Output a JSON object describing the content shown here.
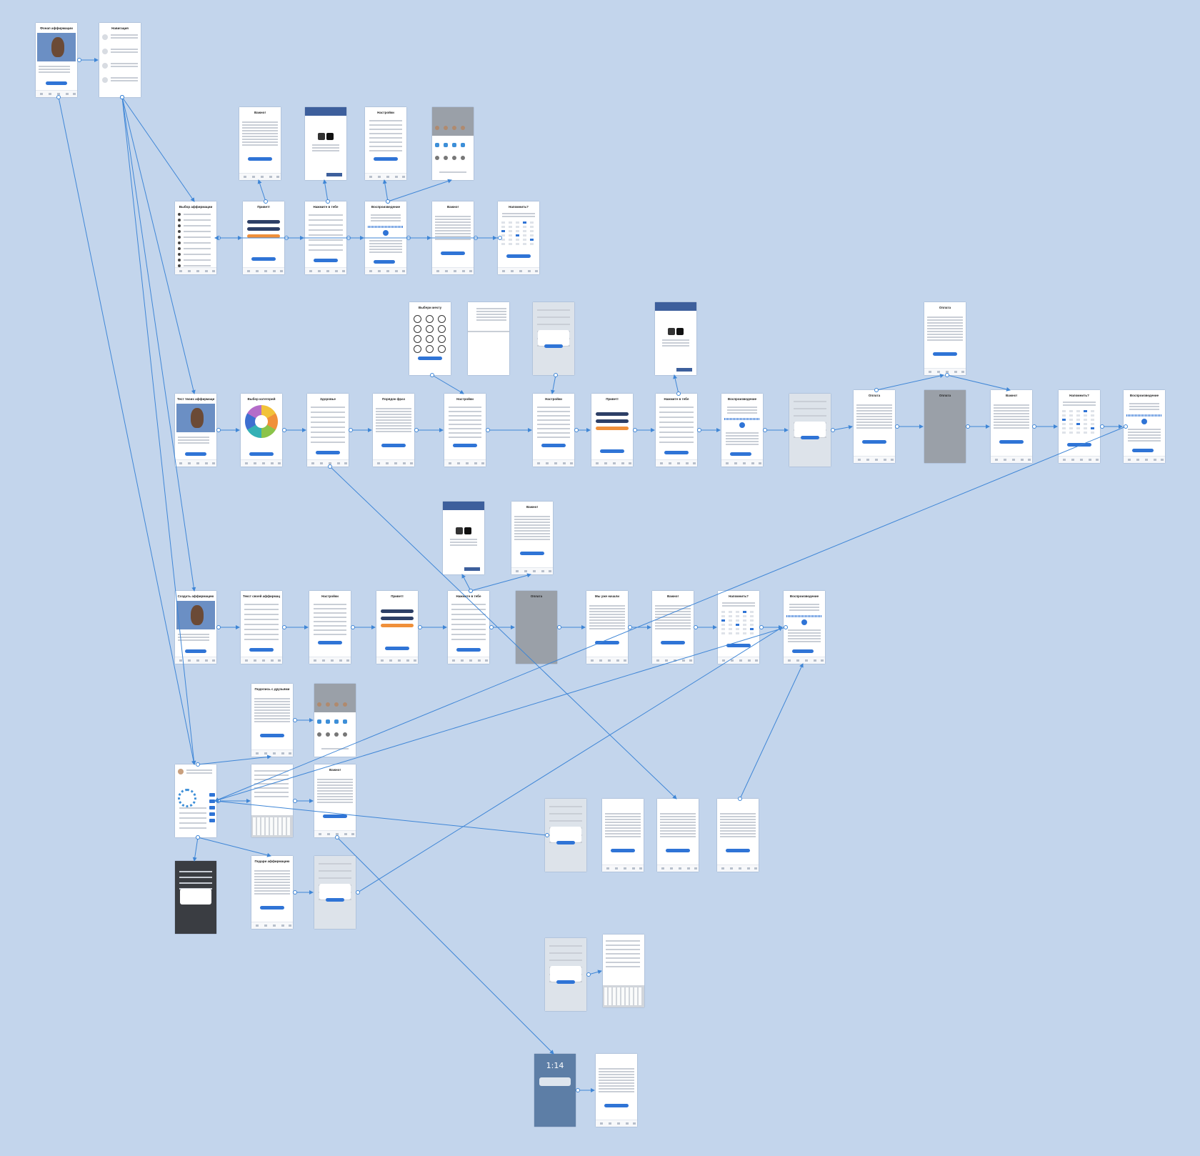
{
  "colors": {
    "canvas": "#c3d5ec",
    "link": "#3f86d6",
    "screen": "#ffffff",
    "primary_button": "#2f74d6",
    "secondary_button": "#2d3f66",
    "accent_button": "#f0903a",
    "nav_bar": "#3d5f9c"
  },
  "screens": [
    {
      "id": "s01",
      "kind": "hero",
      "title": "Фонап аффирмации"
    },
    {
      "id": "s02",
      "kind": "menu",
      "title": "Навигация"
    },
    {
      "id": "s03",
      "kind": "text",
      "title": "Важно!"
    },
    {
      "id": "s04",
      "kind": "nav",
      "title": ""
    },
    {
      "id": "s05",
      "kind": "settings",
      "title": "Настройки"
    },
    {
      "id": "s06",
      "kind": "share",
      "title": "Воспроизведение"
    },
    {
      "id": "s07",
      "kind": "list",
      "title": "Выбор аффирмации"
    },
    {
      "id": "s08",
      "kind": "buttons",
      "title": "Привет!"
    },
    {
      "id": "s09",
      "kind": "form",
      "title": "Нажмите в тебе"
    },
    {
      "id": "s10",
      "kind": "player",
      "title": "Воспроизведение"
    },
    {
      "id": "s11",
      "kind": "text",
      "title": "Важно!"
    },
    {
      "id": "s12",
      "kind": "grid",
      "title": "Напомнить?"
    },
    {
      "id": "s13",
      "kind": "icons",
      "title": "Выбери мечту"
    },
    {
      "id": "s14",
      "kind": "plain",
      "title": ""
    },
    {
      "id": "s15",
      "kind": "blur",
      "title": ""
    },
    {
      "id": "s16",
      "kind": "nav",
      "title": ""
    },
    {
      "id": "s17",
      "kind": "text",
      "title": "Оплата"
    },
    {
      "id": "s18",
      "kind": "hero",
      "title": "Тест твоих аффирмаций"
    },
    {
      "id": "s19",
      "kind": "wheel",
      "title": "Выбор категорий"
    },
    {
      "id": "s20",
      "kind": "form",
      "title": "Здоровье"
    },
    {
      "id": "s21",
      "kind": "text",
      "title": "Порядок фраз"
    },
    {
      "id": "s22",
      "kind": "settings",
      "title": "Настройки"
    },
    {
      "id": "s23",
      "kind": "settings",
      "title": "Настройки"
    },
    {
      "id": "s24",
      "kind": "buttons",
      "title": "Привет!"
    },
    {
      "id": "s25",
      "kind": "form",
      "title": "Нажмите в тебе"
    },
    {
      "id": "s26",
      "kind": "player",
      "title": "Воспроизведение"
    },
    {
      "id": "s27",
      "kind": "blur",
      "title": ""
    },
    {
      "id": "s28",
      "kind": "text",
      "title": "Оплата"
    },
    {
      "id": "s29",
      "kind": "dim",
      "title": "Оплата"
    },
    {
      "id": "s30",
      "kind": "text",
      "title": "Важно!"
    },
    {
      "id": "s31",
      "kind": "grid",
      "title": "Напомнить?"
    },
    {
      "id": "s32",
      "kind": "player",
      "title": "Воспроизведение"
    },
    {
      "id": "s33",
      "kind": "nav",
      "title": ""
    },
    {
      "id": "s34",
      "kind": "text",
      "title": "Важно!"
    },
    {
      "id": "s35",
      "kind": "hero",
      "title": "Создать аффирмацию"
    },
    {
      "id": "s36",
      "kind": "form",
      "title": "Текст своей аффирмации"
    },
    {
      "id": "s37",
      "kind": "settings",
      "title": "Настройки"
    },
    {
      "id": "s38",
      "kind": "buttons",
      "title": "Привет!"
    },
    {
      "id": "s39",
      "kind": "form",
      "title": "Нажмите в тебе"
    },
    {
      "id": "s40",
      "kind": "dim",
      "title": "Оплата"
    },
    {
      "id": "s41",
      "kind": "text",
      "title": "Мы уже начали"
    },
    {
      "id": "s42",
      "kind": "text",
      "title": "Важно!"
    },
    {
      "id": "s43",
      "kind": "grid",
      "title": "Напомнить?"
    },
    {
      "id": "s44",
      "kind": "player",
      "title": "Воспроизведение"
    },
    {
      "id": "s45",
      "kind": "text",
      "title": "Поделись с друзьями"
    },
    {
      "id": "s46",
      "kind": "share",
      "title": ""
    },
    {
      "id": "s47",
      "kind": "profile",
      "title": ""
    },
    {
      "id": "s48",
      "kind": "keyboard",
      "title": ""
    },
    {
      "id": "s49",
      "kind": "text",
      "title": "Важно!"
    },
    {
      "id": "s50",
      "kind": "blur",
      "title": ""
    },
    {
      "id": "s51",
      "kind": "text",
      "title": ""
    },
    {
      "id": "s52",
      "kind": "text",
      "title": ""
    },
    {
      "id": "s53",
      "kind": "text",
      "title": ""
    },
    {
      "id": "s54",
      "kind": "dark",
      "title": ""
    },
    {
      "id": "s55",
      "kind": "text",
      "title": "Подари аффирмацию"
    },
    {
      "id": "s56",
      "kind": "blur",
      "title": ""
    },
    {
      "id": "s57",
      "kind": "blur",
      "title": ""
    },
    {
      "id": "s58",
      "kind": "keyboard",
      "title": ""
    },
    {
      "id": "s59",
      "kind": "lock",
      "title": "",
      "clock": "1:14"
    },
    {
      "id": "s60",
      "kind": "text",
      "title": ""
    }
  ],
  "links": [
    [
      "s01",
      "s02"
    ],
    [
      "s08",
      "s09"
    ],
    [
      "s09",
      "s10"
    ],
    [
      "s10",
      "s11"
    ],
    [
      "s11",
      "s12"
    ],
    [
      "s07",
      "s08"
    ],
    [
      "s08",
      "s03"
    ],
    [
      "s09",
      "s04"
    ],
    [
      "s10",
      "s05"
    ],
    [
      "s10",
      "s06"
    ],
    [
      "s12",
      "s07"
    ],
    [
      "s18",
      "s19"
    ],
    [
      "s19",
      "s20"
    ],
    [
      "s20",
      "s21"
    ],
    [
      "s21",
      "s22"
    ],
    [
      "s22",
      "s23"
    ],
    [
      "s23",
      "s24"
    ],
    [
      "s24",
      "s25"
    ],
    [
      "s25",
      "s26"
    ],
    [
      "s26",
      "s27"
    ],
    [
      "s27",
      "s28"
    ],
    [
      "s28",
      "s29"
    ],
    [
      "s29",
      "s30"
    ],
    [
      "s30",
      "s31"
    ],
    [
      "s31",
      "s32"
    ],
    [
      "s13",
      "s22"
    ],
    [
      "s15",
      "s23"
    ],
    [
      "s25",
      "s16"
    ],
    [
      "s28",
      "s17"
    ],
    [
      "s17",
      "s30"
    ],
    [
      "s35",
      "s36"
    ],
    [
      "s36",
      "s37"
    ],
    [
      "s37",
      "s38"
    ],
    [
      "s38",
      "s39"
    ],
    [
      "s39",
      "s40"
    ],
    [
      "s40",
      "s41"
    ],
    [
      "s41",
      "s42"
    ],
    [
      "s42",
      "s43"
    ],
    [
      "s43",
      "s44"
    ],
    [
      "s39",
      "s33"
    ],
    [
      "s39",
      "s34"
    ],
    [
      "s47",
      "s45"
    ],
    [
      "s45",
      "s46"
    ],
    [
      "s47",
      "s48"
    ],
    [
      "s48",
      "s49"
    ],
    [
      "s47",
      "s54"
    ],
    [
      "s47",
      "s55"
    ],
    [
      "s55",
      "s56"
    ],
    [
      "s57",
      "s58"
    ],
    [
      "s59",
      "s60"
    ],
    [
      "s02",
      "s07"
    ],
    [
      "s02",
      "s18"
    ],
    [
      "s02",
      "s35"
    ],
    [
      "s02",
      "s47"
    ],
    [
      "s01",
      "s47"
    ],
    [
      "s32",
      "s47"
    ],
    [
      "s44",
      "s47"
    ],
    [
      "s20",
      "s52"
    ],
    [
      "s53",
      "s44"
    ],
    [
      "s50",
      "s47"
    ],
    [
      "s49",
      "s59"
    ],
    [
      "s56",
      "s44"
    ]
  ]
}
